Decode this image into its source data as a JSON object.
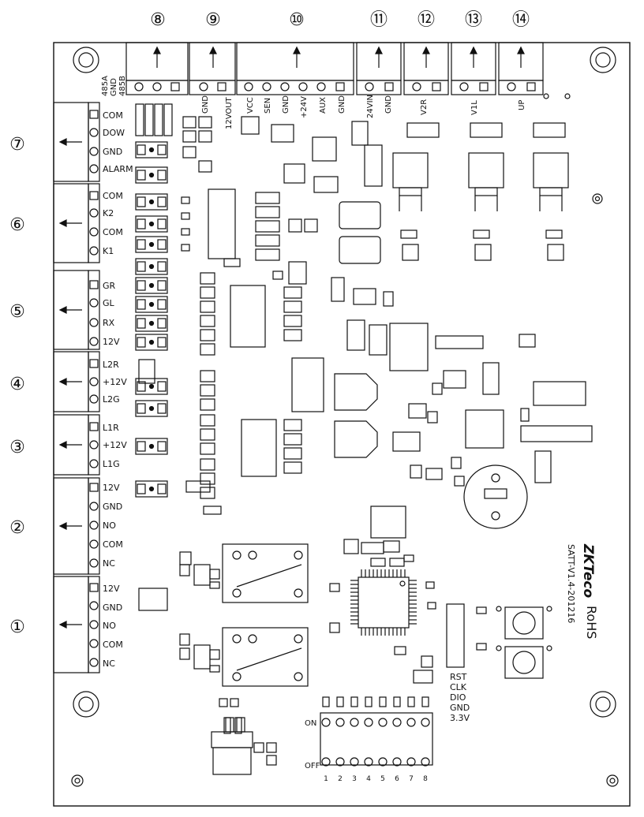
{
  "connectors": {
    "top": [
      {
        "num": "⑧",
        "pins": [
          "485A",
          "GND",
          "485B"
        ]
      },
      {
        "num": "⑨",
        "pins": [
          "GND",
          "12VOUT"
        ]
      },
      {
        "num": "⑩",
        "pins": [
          "VCC",
          "SEN",
          "GND",
          "+24V",
          "AUX",
          "GND"
        ]
      },
      {
        "num": "⑪",
        "pins": [
          "24VIN",
          "GND"
        ]
      },
      {
        "num": "⑫",
        "pins": [
          "V2R"
        ]
      },
      {
        "num": "⑬",
        "pins": [
          "V1L"
        ]
      },
      {
        "num": "⑭",
        "pins": [
          "UP"
        ]
      }
    ],
    "left": [
      {
        "num": "⑦",
        "pins": [
          "COM",
          "DOW",
          "GND",
          "ALARM"
        ]
      },
      {
        "num": "⑥",
        "pins": [
          "COM",
          "K2",
          "COM",
          "K1"
        ]
      },
      {
        "num": "⑤",
        "pins": [
          "GR",
          "GL",
          "RX",
          "12V"
        ]
      },
      {
        "num": "④",
        "pins": [
          "L2R",
          "+12V",
          "L2G"
        ]
      },
      {
        "num": "③",
        "pins": [
          "L1R",
          "+12V",
          "L1G"
        ]
      },
      {
        "num": "②",
        "pins": [
          "12V",
          "GND",
          "NO",
          "COM",
          "NC"
        ]
      },
      {
        "num": "①",
        "pins": [
          "12V",
          "GND",
          "NO",
          "COM",
          "NC"
        ]
      }
    ]
  },
  "silkscreen": {
    "brand_logo": "ZKTeco",
    "board_id": "SATT-V1.4-201216",
    "rohs": "RoHS",
    "prog_header": [
      "RST",
      "CLK",
      "DIO",
      "GND",
      "3.3V"
    ],
    "dip_on": "ON",
    "dip_off": "OFF",
    "dip_numbers": [
      "1",
      "2",
      "3",
      "4",
      "5",
      "6",
      "7",
      "8"
    ],
    "plus": "+"
  },
  "colors": {
    "ink": "#111111",
    "board": "#ffffff"
  }
}
